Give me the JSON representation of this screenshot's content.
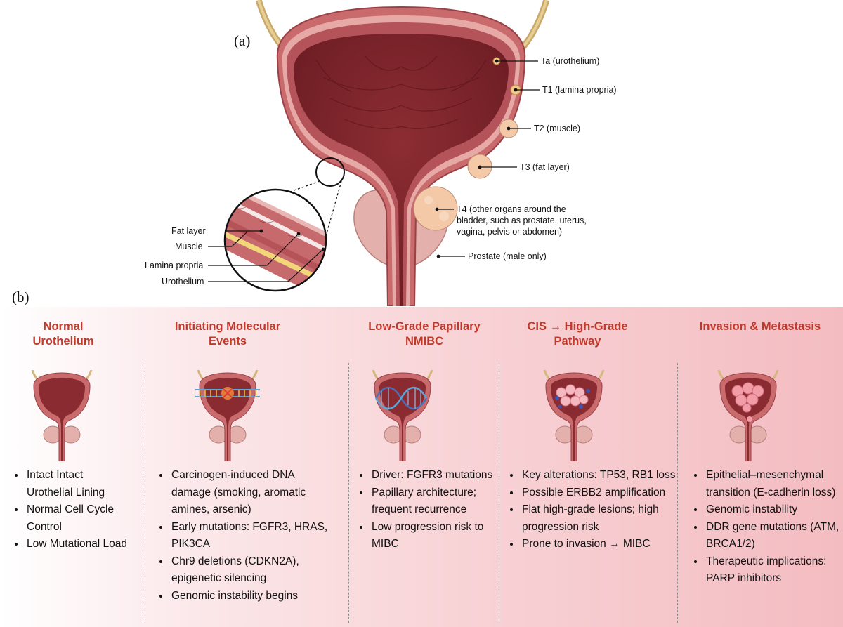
{
  "panel_a": {
    "letter": "(a)",
    "stage_labels": [
      {
        "id": "ta",
        "text": "Ta (urothelium)"
      },
      {
        "id": "t1",
        "text": "T1 (lamina propria)"
      },
      {
        "id": "t2",
        "text": "T2 (muscle)"
      },
      {
        "id": "t3",
        "text": "T3 (fat layer)"
      },
      {
        "id": "t4",
        "text": "T4 (other organs around the bladder, such as prostate, uterus, vagina, pelvis or abdomen)"
      },
      {
        "id": "prostate",
        "text": "Prostate (male only)"
      }
    ],
    "layer_labels": [
      {
        "id": "fat",
        "text": "Fat layer"
      },
      {
        "id": "muscle",
        "text": "Muscle"
      },
      {
        "id": "lamina",
        "text": "Lamina propria"
      },
      {
        "id": "urothelium",
        "text": "Urothelium"
      }
    ]
  },
  "panel_b": {
    "letter": "(b)",
    "title_color": "#c0392b",
    "columns": [
      {
        "title": "Normal Urothelium",
        "icon": "normal-bladder-icon",
        "bullets": [
          "Intact Intact Urothelial Lining",
          "Normal Cell Cycle Control",
          "Low Mutational Load"
        ]
      },
      {
        "title": "Initiating Molecular Events",
        "icon": "dna-damage-bladder-icon",
        "bullets": [
          "Carcinogen-induced DNA damage (smoking, aromatic amines, arsenic)",
          "Early mutations: FGFR3, HRAS, PIK3CA",
          "Chr9 deletions (CDKN2A), epigenetic silencing",
          "Genomic instability begins"
        ]
      },
      {
        "title": "Low-Grade Papillary NMIBC",
        "icon": "dna-helix-bladder-icon",
        "bullets": [
          "Driver: FGFR3 mutations",
          "Papillary architecture; frequent recurrence",
          "Low progression risk to MIBC"
        ]
      },
      {
        "title": "CIS → High-Grade Pathway",
        "icon": "cis-cells-bladder-icon",
        "bullets": [
          "Key alterations: TP53, RB1 loss",
          "Possible ERBB2 amplification",
          "Flat high-grade lesions; high progression risk",
          "Prone to invasion → MIBC"
        ]
      },
      {
        "title": "Invasion & Metastasis",
        "icon": "tumor-mass-bladder-icon",
        "bullets": [
          "Epithelial–mesenchymal transition (E-cadherin loss)",
          "Genomic instability",
          "DDR gene mutations (ATM, BRCA1/2)",
          "Therapeutic implications: PARP inhibitors"
        ]
      }
    ]
  }
}
